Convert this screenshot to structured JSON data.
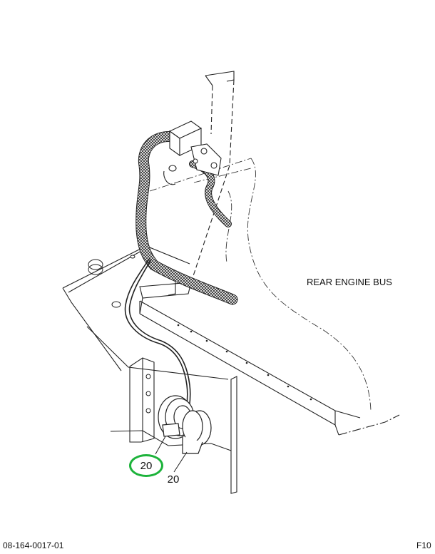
{
  "diagram": {
    "region_label": "REAR ENGINE BUS",
    "callouts": [
      "20",
      "20"
    ],
    "highlight_color": "#1db33b",
    "footer_left": "08-164-0017-01",
    "footer_right": "F10"
  }
}
